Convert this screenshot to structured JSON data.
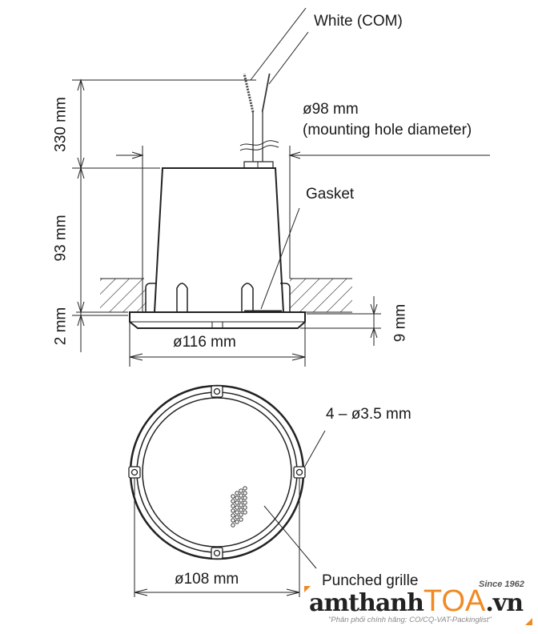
{
  "diagram": {
    "side_view": {
      "labels": {
        "wire": "White (COM)",
        "hole_diameter": "ø98 mm",
        "hole_note": "(mounting hole diameter)",
        "gasket": "Gasket",
        "flange_diameter": "ø116 mm",
        "flange_height": "9 mm"
      },
      "vertical_dimensions": {
        "cable_length": "330 mm",
        "body_height": "93 mm",
        "gap": "2 mm"
      }
    },
    "bottom_view": {
      "labels": {
        "screw_holes": "4 – ø3.5 mm",
        "grille": "Punched grille",
        "grille_diameter": "ø108 mm"
      }
    }
  },
  "watermark": {
    "brand_prefix": "amthanh",
    "brand_highlight": "TOA",
    "brand_suffix": ".vn",
    "since": "Since 1962",
    "tagline": "\"Phân phối chính hãng: CO/CQ-VAT-Packinglist\"",
    "accent_color": "#f08a24"
  }
}
